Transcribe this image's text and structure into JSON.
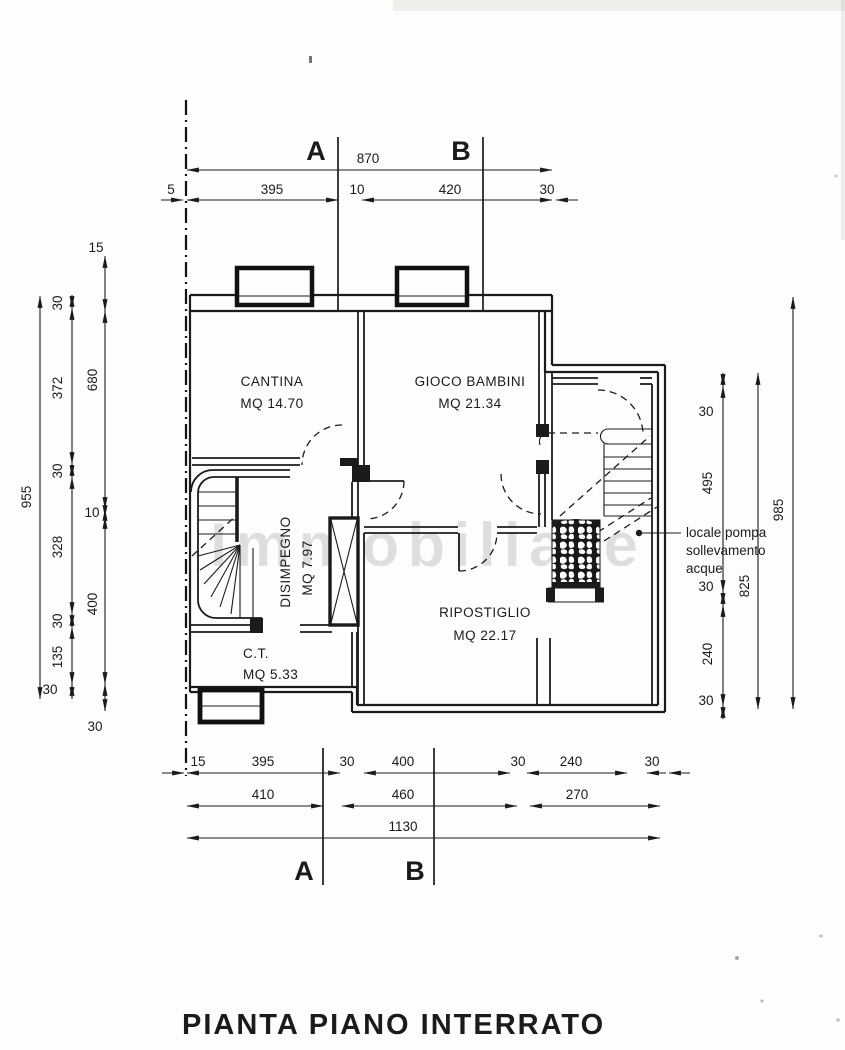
{
  "title": "PIANTA PIANO INTERRATO",
  "watermark": "Immobiliare",
  "sections": {
    "a_top": "A",
    "b_top": "B",
    "a_bottom": "A",
    "b_bottom": "B"
  },
  "rooms": {
    "cantina": {
      "name": "CANTINA",
      "area": "MQ 14.70"
    },
    "gioco": {
      "name": "GIOCO BAMBINI",
      "area": "MQ 21.34"
    },
    "disimpegno": {
      "name": "DISIMPEGNO",
      "area": "MQ 7.97"
    },
    "ripostiglio": {
      "name": "RIPOSTIGLIO",
      "area": "MQ 22.17"
    },
    "ct": {
      "name": "C.T.",
      "area": "MQ 5.33"
    },
    "pompa": {
      "line1": "locale pompa",
      "line2": "sollevamento",
      "line3": "acque"
    }
  },
  "dims": {
    "top": {
      "total": "870",
      "row": [
        "5",
        "395",
        "10",
        "420",
        "30"
      ]
    },
    "left": {
      "outer": "955",
      "mid": [
        "30",
        "372",
        "30",
        "328",
        "30",
        "135",
        "30"
      ],
      "inner": [
        "15",
        "680",
        "10",
        "400",
        "30"
      ]
    },
    "right": {
      "outer": "985",
      "mid": "825",
      "inner": [
        "30",
        "495",
        "30",
        "240",
        "30"
      ]
    },
    "bottom": {
      "row1": [
        "15",
        "395",
        "30",
        "400",
        "30",
        "240",
        "30"
      ],
      "row2": [
        "410",
        "460",
        "270"
      ],
      "row3": "1130"
    }
  },
  "colors": {
    "ink": "#1b1b1b",
    "paper": "#fdfdfc"
  }
}
